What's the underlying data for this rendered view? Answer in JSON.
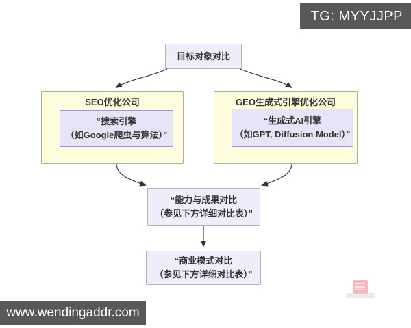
{
  "badges": {
    "tg": "TG: MYYJJPP",
    "site": "www.wendingaddr.com"
  },
  "colors": {
    "badge_bg": "#58585a",
    "node_fill": "#efedfa",
    "node_border": "#b3b0c9",
    "group_fill": "#fdfcdc",
    "inner_fill": "#e7e4f7",
    "arrow": "#333333",
    "watermark_red": "#e05862"
  },
  "flowchart": {
    "root": {
      "label": "目标对象对比"
    },
    "groups": [
      {
        "title": "SEO优化公司",
        "node_line1": "“搜索引擎",
        "node_line2": "（如Google爬虫与算法）”"
      },
      {
        "title": "GEO生成式引擎优化公司",
        "node_line1": "“生成式AI引擎",
        "node_line2": "（如GPT, Diffusion Model）”"
      }
    ],
    "merge_node": {
      "line1": "“能力与成果对比",
      "line2": "（参见下方详细对比表）”"
    },
    "bottom_node": {
      "line1": "“商业模式对比",
      "line2": "（参见下方详细对比表）”"
    }
  }
}
